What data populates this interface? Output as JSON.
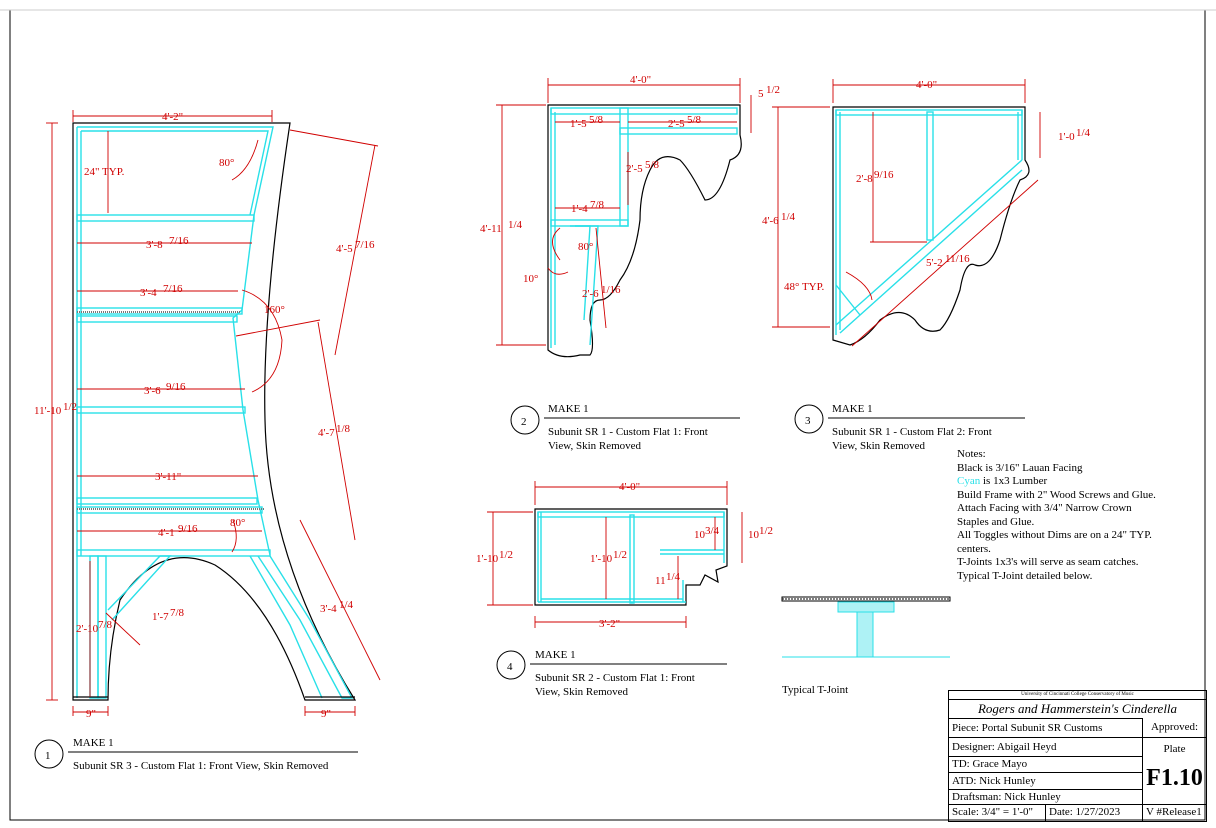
{
  "views": [
    {
      "number": "1",
      "make": "MAKE 1",
      "title": "Subunit SR 3 - Custom Flat 1: Front View, Skin Removed"
    },
    {
      "number": "2",
      "make": "MAKE 1",
      "title_line1": "Subunit SR 1 - Custom Flat 1: Front",
      "title_line2": "View, Skin Removed"
    },
    {
      "number": "3",
      "make": "MAKE 1",
      "title_line1": "Subunit SR 1 - Custom Flat 2: Front",
      "title_line2": "View, Skin Removed"
    },
    {
      "number": "4",
      "make": "MAKE 1",
      "title_line1": "Subunit SR 2 - Custom Flat 1: Front",
      "title_line2": "View, Skin Removed"
    }
  ],
  "dims": {
    "v1": {
      "top": "4'-2\"",
      "typ24": "24\" TYP.",
      "a80top": "80°",
      "d1": "3'-8",
      "d1f": "7/16",
      "d2": "3'-4",
      "d2f": "7/16",
      "a160": "160°",
      "d3": "3'-6",
      "d3f": "9/16",
      "d4": "3'-11\"",
      "d5": "4'-1",
      "d5f": "9/16",
      "a80b": "80°",
      "right1": "4'-5",
      "right1f": "7/16",
      "right2": "4'-7",
      "right2f": "1/8",
      "right3": "3'-4",
      "right3f": "1/4",
      "height": "11'-10",
      "heightf": "1/2",
      "leg": "2'-10",
      "legf": "7/8",
      "brace": "1'-7",
      "bracef": "7/8",
      "foot1": "9\"",
      "foot2": "9\""
    },
    "v2": {
      "top": "4'-0\"",
      "topr": "5",
      "toprf": "1/2",
      "a": "1'-5",
      "af": "5/8",
      "b": "2'-5",
      "bf": "5/8",
      "c": "2'-5",
      "cf": "5/8",
      "d": "1'-4",
      "df": "7/8",
      "height": "4'-11",
      "heightf": "1/4",
      "a80": "80°",
      "a10": "10°",
      "e": "2'-6",
      "ef": "1/16"
    },
    "v3": {
      "top": "4'-0\"",
      "r": "1'-0",
      "rf": "1/4",
      "mid": "2'-8",
      "midf": "9/16",
      "height": "4'-6",
      "heightf": "1/4",
      "a48": "48° TYP.",
      "diag": "5'-2",
      "diagf": "11/16"
    },
    "v4": {
      "top": "4'-0\"",
      "height": "1'-10",
      "heightf": "1/2",
      "mid": "1'-10",
      "midf": "1/2",
      "a": "10",
      "af": "3/4",
      "b": "10",
      "bf": "1/2",
      "c": "11",
      "cf": "1/4",
      "bottom": "3'-2\""
    }
  },
  "notes": {
    "title": "Notes:",
    "black": "Black is 3/16\" Lauan Facing",
    "cyan_word": "Cyan",
    "cyan_rest": " is 1x3 Lumber",
    "l3": "Build Frame with 2\" Wood Screws and Glue.",
    "l4": "Attach Facing with 3/4\" Narrow Crown",
    "l5": "Staples and Glue.",
    "l6": "All Toggles without Dims are on a 24\" TYP.",
    "l7": "centers.",
    "l8": "T-Joints 1x3's will serve as seam catches.",
    "l9": "Typical T-Joint detailed below."
  },
  "tjoint_label": "Typical T-Joint",
  "title_block": {
    "university": "University of Cincinnati College Conservatory of Music",
    "show": "Rogers and Hammerstein's Cinderella",
    "piece": "Piece: Portal Subunit SR Customs",
    "designer": "Designer: Abigail Heyd",
    "td": "TD: Grace Mayo",
    "atd": "ATD: Nick Hunley",
    "draftsman_label": "Draftsman:",
    "draftsman": "Nick Hunley",
    "scale": "Scale: 3/4\" = 1'-0\"",
    "date": "Date: 1/27/2023",
    "version": "V #Release1",
    "approved": "Approved:",
    "plate": "Plate",
    "plate_number": "F1.10"
  },
  "colors": {
    "dimension": "#d00000",
    "lumber": "#29e0e8",
    "facing": "#000000"
  }
}
